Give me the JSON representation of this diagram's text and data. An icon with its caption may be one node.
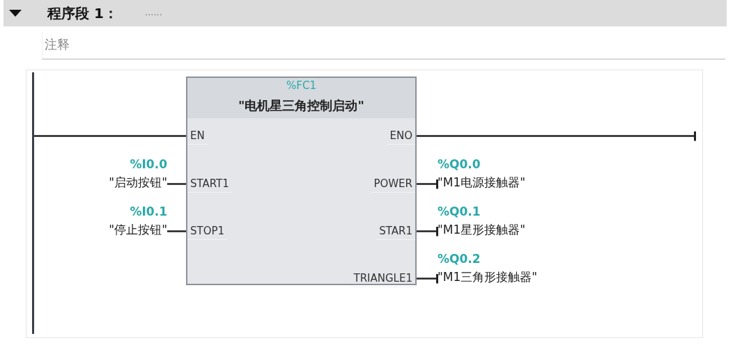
{
  "diagram": {
    "title": "程序段 1：",
    "nodes": [
      {
        "text": [],
        "shape": "bar"
      },
      {
        "text": [
          "%FC1",
          "\"电机星三角控制启动\""
        ]
      },
      {
        "text": [
          "EN"
        ],
        "in": 1
      },
      {
        "text": [
          "START1"
        ],
        "in": 1
      },
      {
        "text": [
          "STOP1"
        ],
        "in": 1
      },
      {
        "text": [
          "ENO"
        ],
        "in": 1
      },
      {
        "text": [
          "POWER"
        ],
        "in": 1
      },
      {
        "text": [
          "STAR1"
        ],
        "in": 1
      },
      {
        "text": [
          "TRIANGLE1"
        ],
        "in": 1
      },
      {
        "text": [
          "%I0.0",
          "\"启动按钮\""
        ]
      },
      {
        "text": [
          "%I0.1",
          "\"停止按钮\""
        ]
      },
      {
        "text": [
          "%Q0.0",
          "\"M1电源接触器\""
        ]
      },
      {
        "text": [
          "%Q0.1",
          "\"M1星形接触器\""
        ]
      },
      {
        "text": [
          "%Q0.2",
          "\"M1三角形接触器\""
        ]
      }
    ],
    "edges": [
      {
        "from": 0,
        "to": 2,
        "arrow": "none"
      },
      {
        "from": 9,
        "to": 3,
        "arrow": "none"
      },
      {
        "from": 10,
        "to": 4,
        "arrow": "none"
      },
      {
        "from": 5,
        "to": null,
        "arrow": "other"
      },
      {
        "from": 6,
        "to": 11,
        "arrow": "other"
      },
      {
        "from": 7,
        "to": 12,
        "arrow": "other"
      },
      {
        "from": 8,
        "to": 13,
        "arrow": "other"
      }
    ],
    "labels": [
      "......",
      "注释"
    ]
  }
}
